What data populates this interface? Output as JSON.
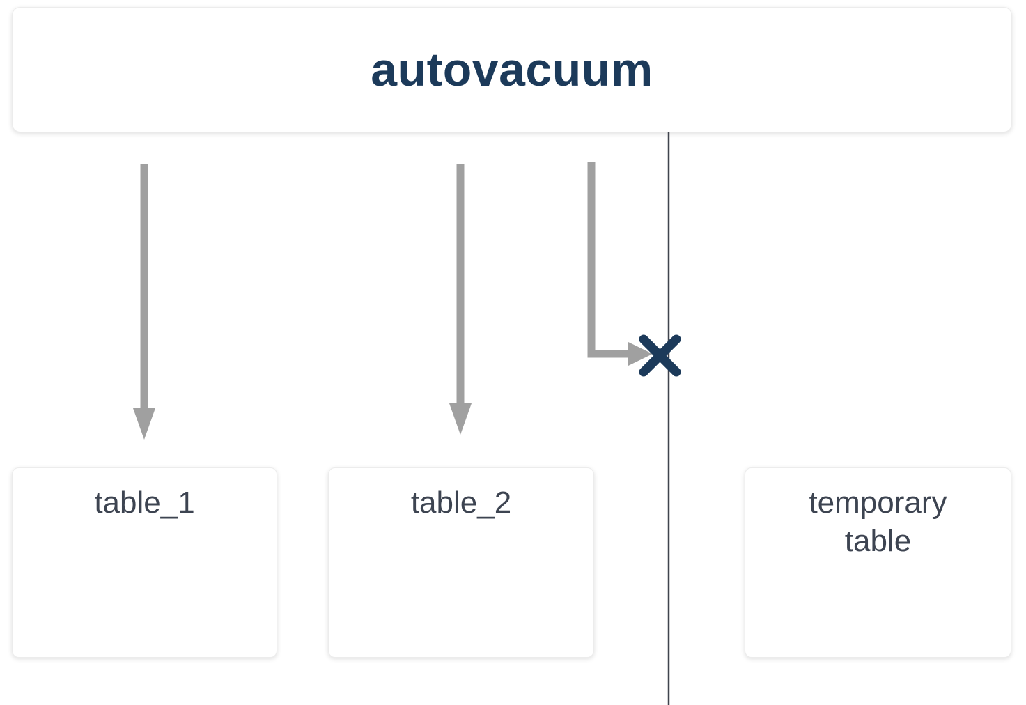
{
  "diagram": {
    "title": "autovacuum",
    "nodes": [
      {
        "id": "table_1",
        "label": "table_1"
      },
      {
        "id": "table_2",
        "label": "table_2"
      },
      {
        "id": "temporary_table",
        "label": "temporary\ntable"
      }
    ],
    "connections": [
      {
        "from": "autovacuum",
        "to": "table_1",
        "status": "allowed"
      },
      {
        "from": "autovacuum",
        "to": "table_2",
        "status": "allowed"
      },
      {
        "from": "autovacuum",
        "to": "temporary_table",
        "status": "blocked"
      }
    ],
    "icons": {
      "blocked_x": "x-mark"
    },
    "colors": {
      "title": "#1c3a5a",
      "arrow": "#a0a0a0",
      "x_mark": "#1c3a5a",
      "boundary_line": "#40444e",
      "node_label": "#3d4451"
    }
  }
}
